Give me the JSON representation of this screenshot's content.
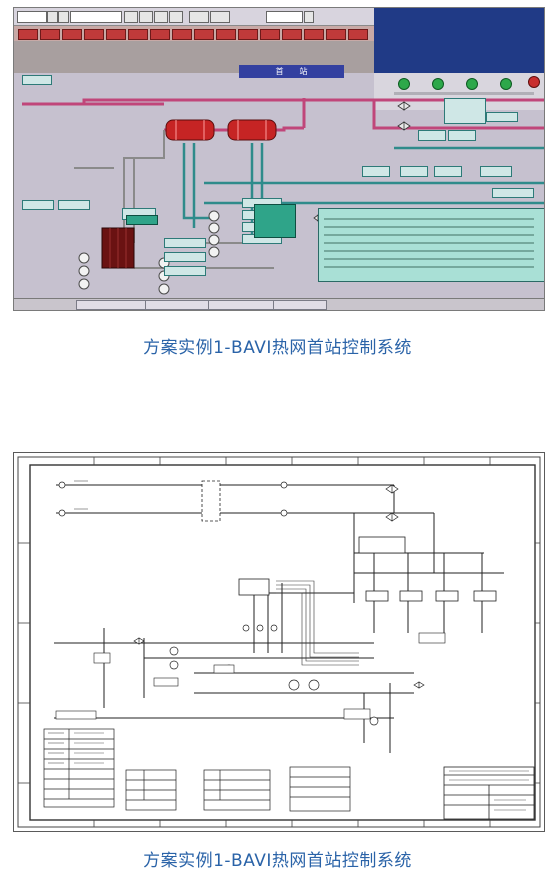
{
  "captions": {
    "first": "方案实例1-BAVI热网首站控制系统",
    "second": "方案实例1-BAVI热网首站控制系统"
  },
  "hmi": {
    "station_title": "首　　站"
  },
  "colors": {
    "caption": "#2a63a8",
    "pipe_pink": "#c0467a",
    "pipe_teal": "#2f8b8b",
    "navy": "#203a86"
  }
}
